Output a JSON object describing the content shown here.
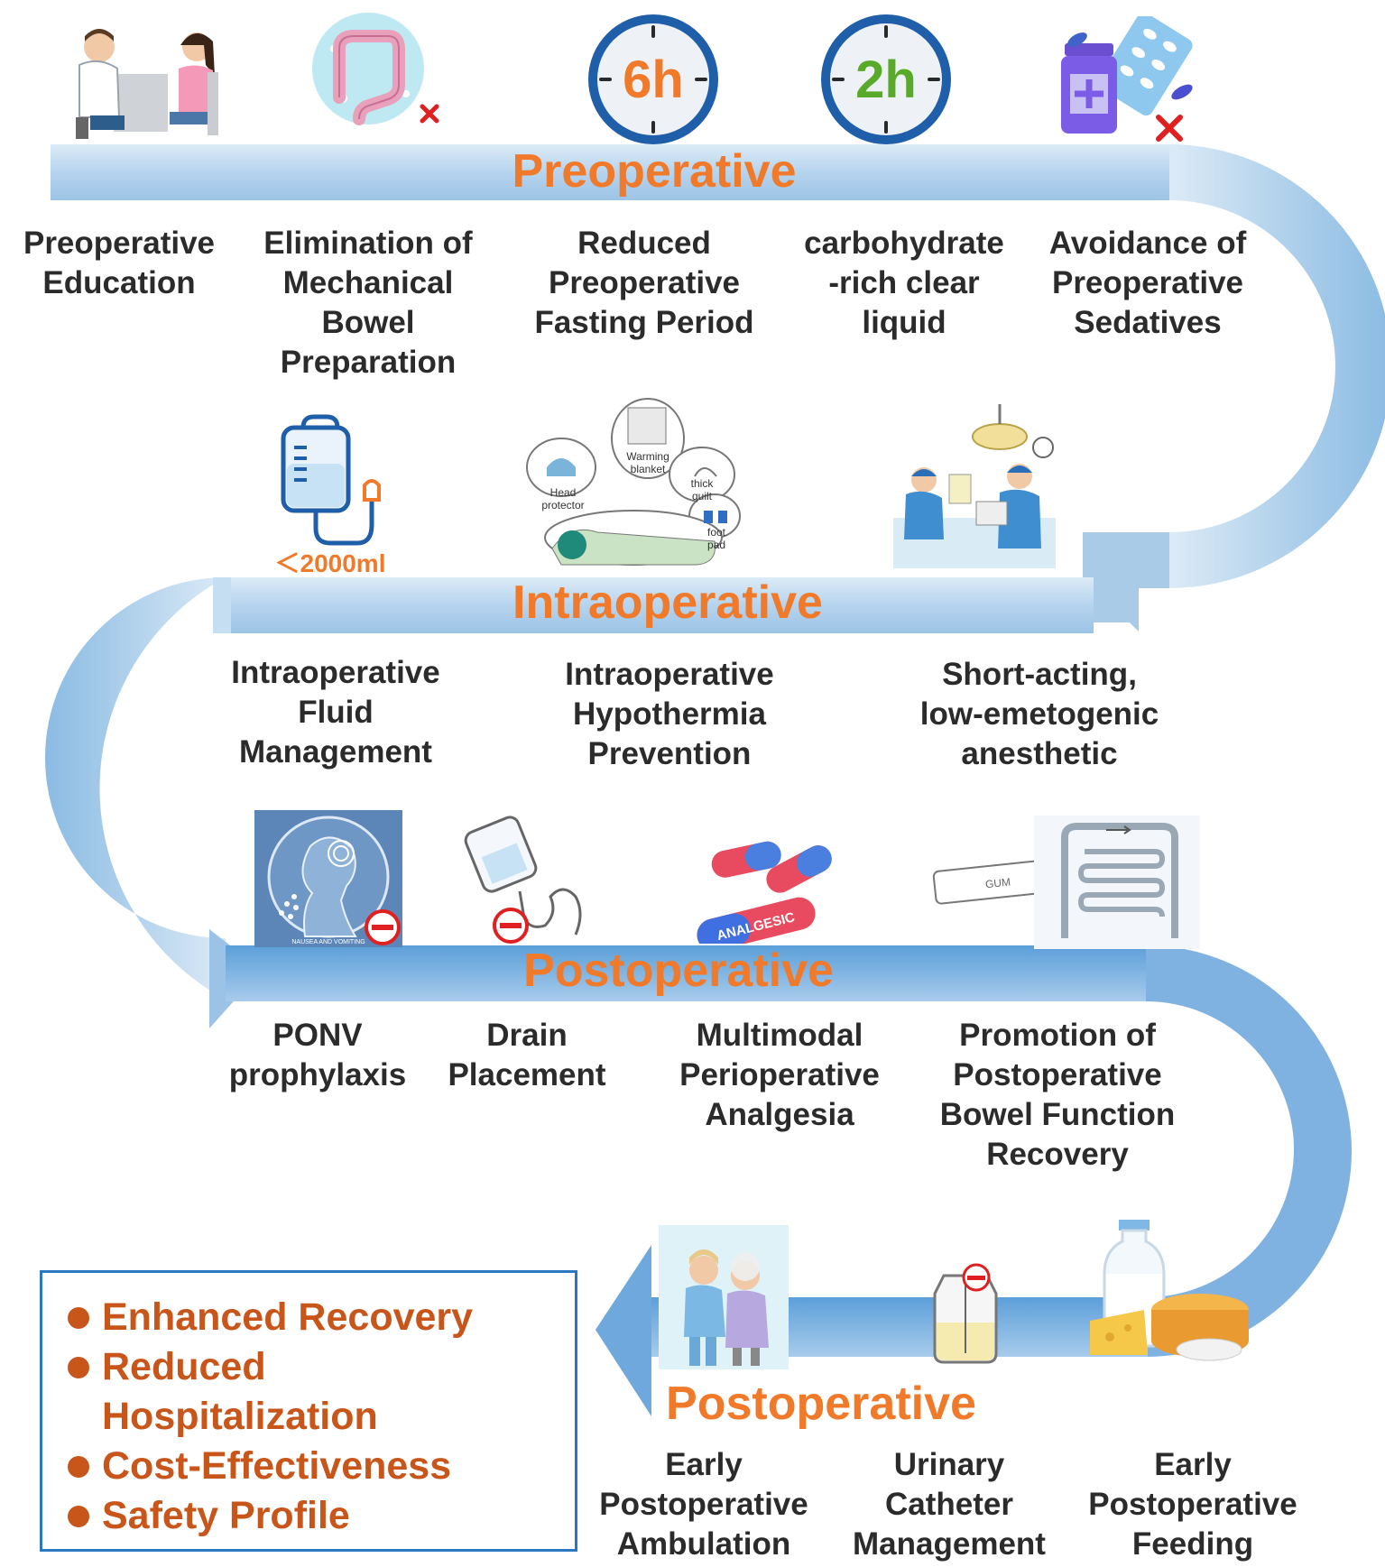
{
  "stages": {
    "preoperative": "Preoperative",
    "intraoperative": "Intraoperative",
    "postoperative_1": "Postoperative",
    "postoperative_2": "Postoperative"
  },
  "preoperative_items": [
    {
      "line1": "Preoperative",
      "line2": "Education",
      "line3": "",
      "line4": "",
      "icon": "doctor-patient-consultation-icon"
    },
    {
      "line1": "Elimination of",
      "line2": "Mechanical",
      "line3": "Bowel",
      "line4": "Preparation",
      "icon": "colon-cross-icon"
    },
    {
      "line1": "Reduced",
      "line2": "Preoperative",
      "line3": "Fasting Period",
      "line4": "",
      "icon": "clock-6h-icon"
    },
    {
      "line1": "carbohydrate",
      "line2": "-rich clear",
      "line3": "liquid",
      "line4": "",
      "icon": "clock-2h-icon"
    },
    {
      "line1": "Avoidance of",
      "line2": "Preoperative",
      "line3": "Sedatives",
      "line4": "",
      "icon": "sedative-pills-cross-icon"
    }
  ],
  "clock_6h": "6h",
  "clock_2h": "2h",
  "intraoperative_items": [
    {
      "line1": "Intraoperative",
      "line2": "Fluid",
      "line3": "Management",
      "icon": "iv-bag-icon"
    },
    {
      "line1": "Intraoperative",
      "line2": "Hypothermia",
      "line3": "Prevention",
      "icon": "warming-sketch-icon"
    },
    {
      "line1": "Short-acting,",
      "line2": "low-emetogenic",
      "line3": "anesthetic",
      "icon": "operating-room-icon"
    }
  ],
  "iv_limit": "＜2000ml",
  "warming_labels": {
    "blanket_1": "Warming",
    "blanket_2": "blanket",
    "head_1": "Head",
    "head_2": "protector",
    "quilt_1": "thick",
    "quilt_2": "quilt",
    "foot_1": "foot",
    "foot_2": "pad"
  },
  "postoperative_items_1": [
    {
      "line1": "PONV",
      "line2": "prophylaxis",
      "line3": "",
      "line4": "",
      "icon": "nausea-vomiting-icon"
    },
    {
      "line1": "Drain",
      "line2": "Placement",
      "line3": "",
      "line4": "",
      "icon": "drain-bag-icon"
    },
    {
      "line1": "Multimodal",
      "line2": "Perioperative",
      "line3": "Analgesia",
      "line4": "",
      "icon": "analgesic-capsules-icon"
    },
    {
      "line1": "Promotion of",
      "line2": "Postoperative",
      "line3": "Bowel Function",
      "line4": "Recovery",
      "icon": "bowel-function-icon"
    }
  ],
  "nausea_caption": "NAUSEA AND VOMITING",
  "analgesic_text": "ANALGESIC",
  "gum_text": "GUM",
  "postoperative_items_2": [
    {
      "line1": "Early",
      "line2": "Postoperative",
      "line3": "Ambulation",
      "icon": "walking-patients-icon"
    },
    {
      "line1": "Urinary",
      "line2": "Catheter",
      "line3": "Management",
      "icon": "urine-bag-icon"
    },
    {
      "line1": "Early",
      "line2": "Postoperative",
      "line3": "Feeding",
      "icon": "milk-cheese-icon"
    }
  ],
  "outcomes": [
    {
      "line1": "Enhanced Recovery",
      "line2": ""
    },
    {
      "line1": "Reduced",
      "line2": "Hospitalization"
    },
    {
      "line1": "Cost-Effectiveness",
      "line2": ""
    },
    {
      "line1": "Safety Profile",
      "line2": ""
    }
  ],
  "colors": {
    "ribbon": "#bfd9ee",
    "ribbon_dark": "#7fb0de",
    "stage_text": "#f07a2a",
    "outcome_text": "#c8561a",
    "box_border": "#2a78c2",
    "cross_red": "#e02020"
  }
}
